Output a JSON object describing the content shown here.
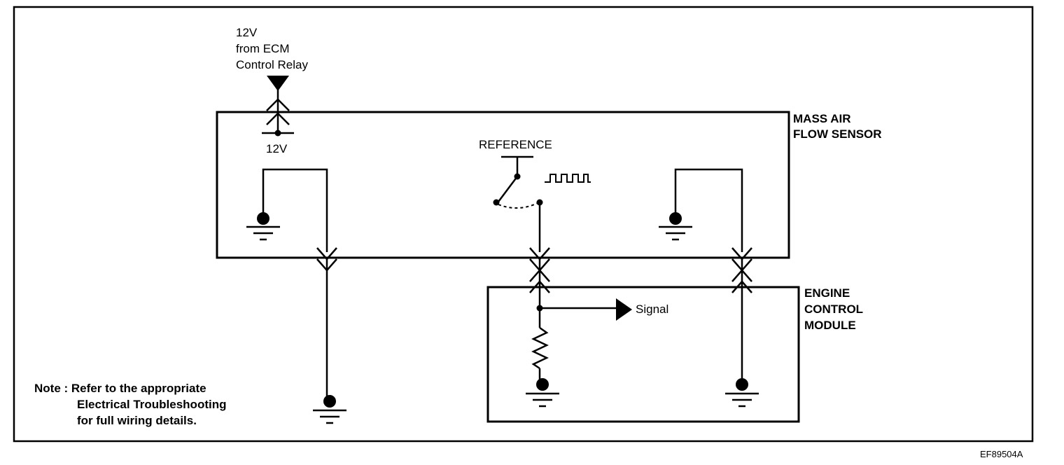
{
  "supply": {
    "line1": "12V",
    "line2": "from ECM",
    "line3": "Control Relay"
  },
  "maf_internal_voltage": "12V",
  "reference_label": "REFERENCE",
  "maf_label": {
    "line1": "MASS AIR",
    "line2": "FLOW SENSOR"
  },
  "ecm_label": {
    "line1": "ENGINE",
    "line2": "CONTROL",
    "line3": "MODULE"
  },
  "signal_label": "Signal",
  "note": {
    "line1": "Note : Refer to the appropriate",
    "line2": "Electrical Troubleshooting",
    "line3": "for full wiring details."
  },
  "figure_code": "EF89504A"
}
